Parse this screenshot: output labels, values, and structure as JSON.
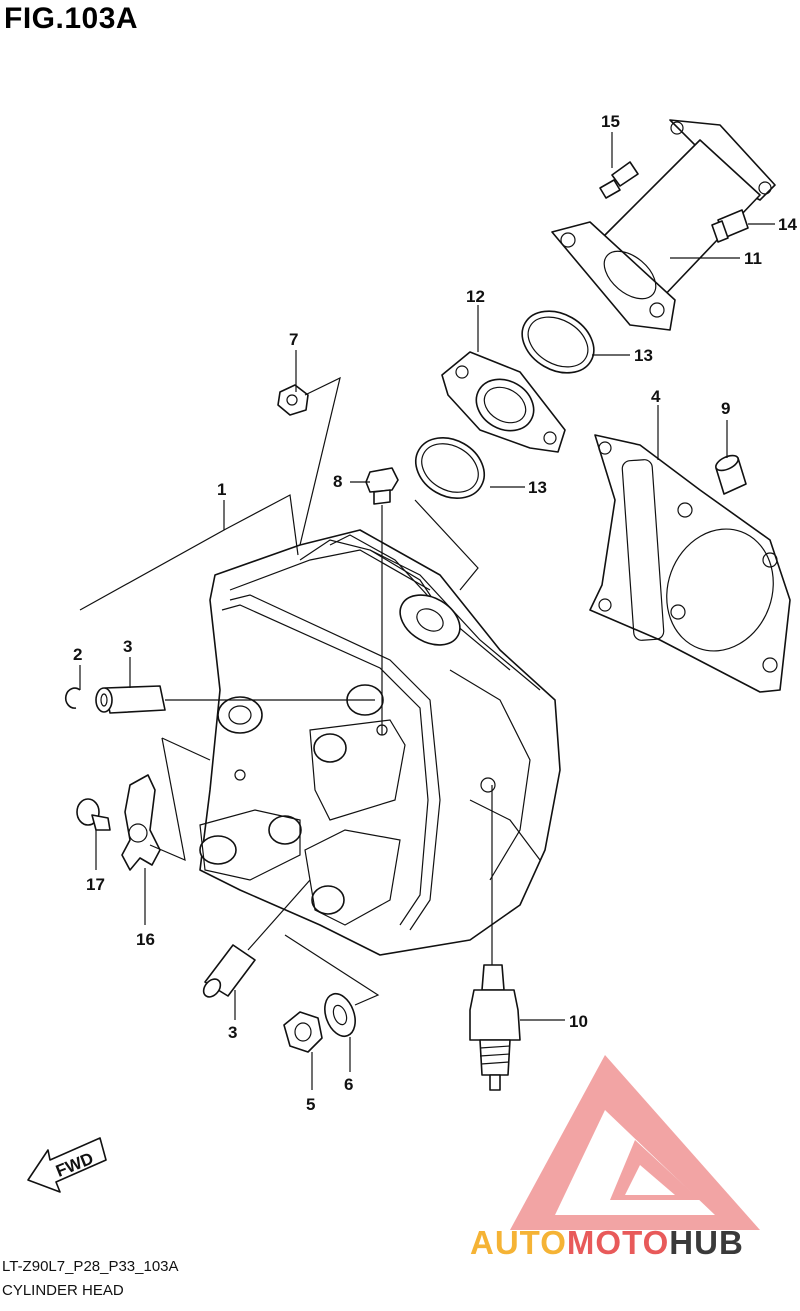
{
  "figure": {
    "title": "FIG.103A"
  },
  "callouts": [
    {
      "id": "1",
      "label": "1"
    },
    {
      "id": "2",
      "label": "2"
    },
    {
      "id": "3a",
      "label": "3"
    },
    {
      "id": "3b",
      "label": "3"
    },
    {
      "id": "4",
      "label": "4"
    },
    {
      "id": "5",
      "label": "5"
    },
    {
      "id": "6",
      "label": "6"
    },
    {
      "id": "7",
      "label": "7"
    },
    {
      "id": "8",
      "label": "8"
    },
    {
      "id": "9",
      "label": "9"
    },
    {
      "id": "10",
      "label": "10"
    },
    {
      "id": "11",
      "label": "11"
    },
    {
      "id": "12",
      "label": "12"
    },
    {
      "id": "13a",
      "label": "13"
    },
    {
      "id": "13b",
      "label": "13"
    },
    {
      "id": "14",
      "label": "14"
    },
    {
      "id": "15",
      "label": "15"
    },
    {
      "id": "16",
      "label": "16"
    },
    {
      "id": "17",
      "label": "17"
    }
  ],
  "direction_badge": "FWD",
  "footer": {
    "diagram_code": "LT-Z90L7_P28_P33_103A",
    "section_name": "CYLINDER HEAD"
  },
  "watermark": {
    "part1": "AUTO",
    "part2": "MOTO",
    "part3": "HUB",
    "color_primary": "#e85a5a",
    "color_secondary": "#f5b335"
  }
}
